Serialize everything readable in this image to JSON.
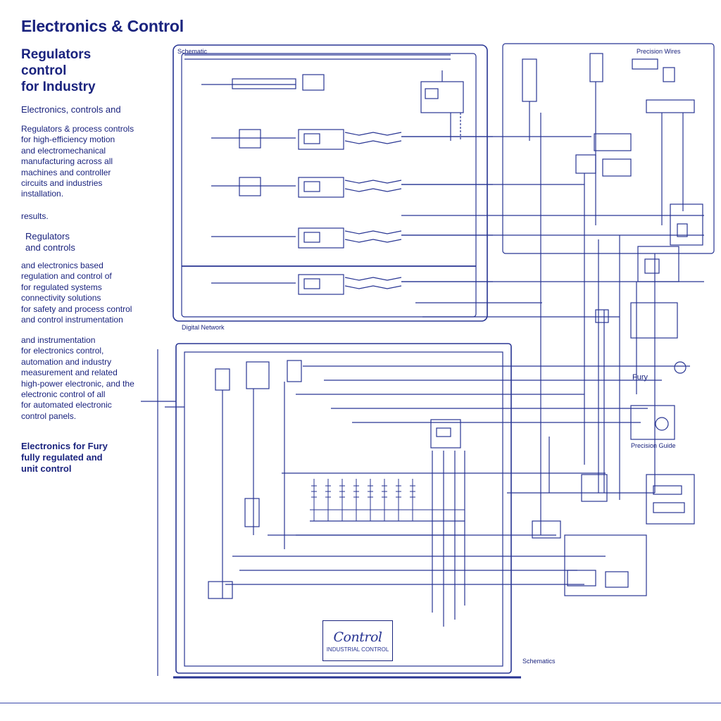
{
  "header": {
    "title": "Electronics & Control",
    "subtitle_lines": [
      "Regulators",
      "control",
      "for Industry"
    ]
  },
  "sidebar": {
    "intro": "Electronics, controls and",
    "para1": [
      "Regulators & process controls",
      "for high-efficiency motion",
      "and electromechanical",
      "manufacturing across all",
      "machines and controller",
      "circuits and industries",
      "installation."
    ],
    "note1": "results.",
    "head2": [
      "Regulators",
      "and controls"
    ],
    "para2": [
      "and electronics based",
      "regulation and control of",
      "for regulated systems",
      "connectivity solutions",
      "for safety and process control",
      "and control instrumentation"
    ],
    "para3": [
      "and instrumentation",
      "for electronics control,",
      "automation and industry",
      "measurement and related",
      "high-power electronic, and the",
      "electronic control of all",
      "for automated electronic",
      "control panels."
    ],
    "head3": [
      "Electronics for Fury",
      "fully regulated and",
      "unit control"
    ]
  },
  "diagram": {
    "label_top_left": "Schematic",
    "label_top_right": "Precision Wires",
    "label_mid": "Digital Network",
    "label_right": "Fury",
    "label_power": "Precision Guide",
    "label_bottom": "Schematics",
    "logo_main": "Control",
    "logo_sub": "INDUSTRIAL CONTROL"
  },
  "colors": {
    "ink": "#1a237e",
    "line": "#283593",
    "light": "#5c6bc0"
  }
}
